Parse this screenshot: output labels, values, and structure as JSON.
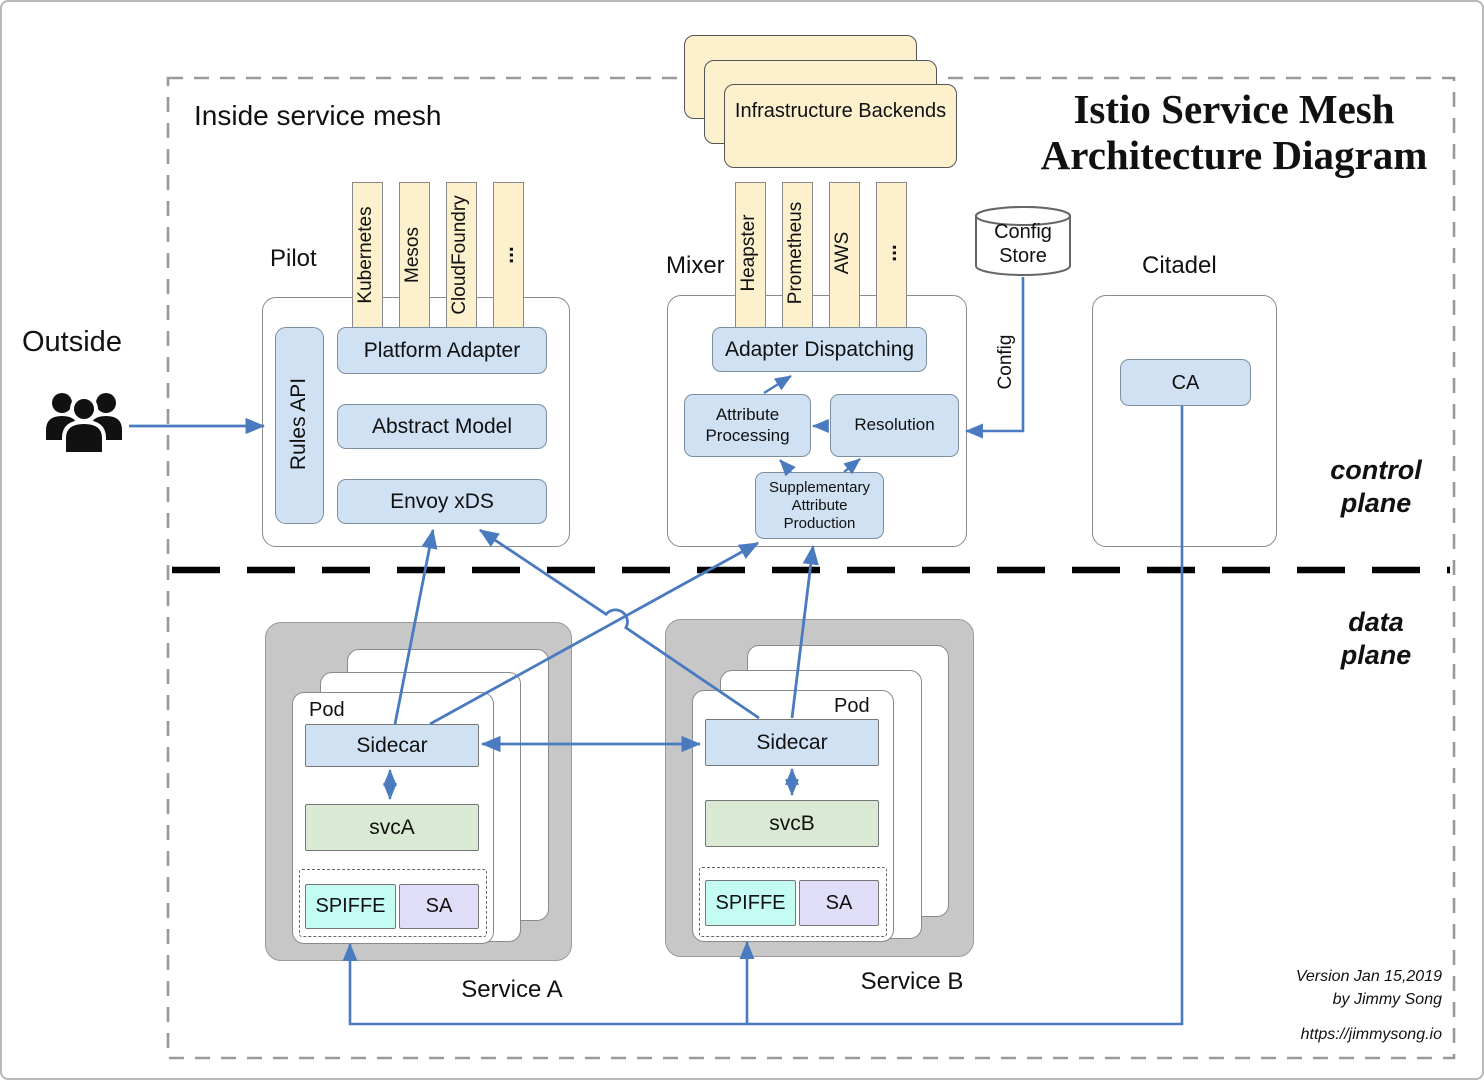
{
  "header": {
    "title1": "Istio Service Mesh",
    "title2": "Architecture Diagram"
  },
  "mesh": {
    "label": "Inside service mesh"
  },
  "outside": {
    "label": "Outside"
  },
  "planes": {
    "control": "control plane",
    "data": "data plane"
  },
  "infra": {
    "label": "Infrastructure Backends"
  },
  "pilot": {
    "label": "Pilot",
    "columns": [
      "Kubernetes",
      "Mesos",
      "CloudFoundry",
      "..."
    ],
    "rules_api": "Rules API",
    "platform_adapter": "Platform Adapter",
    "abstract_model": "Abstract Model",
    "envoy_xds": "Envoy xDS"
  },
  "mixer": {
    "label": "Mixer",
    "columns": [
      "Heapster",
      "Prometheus",
      "AWS",
      "..."
    ],
    "adapter_dispatching": "Adapter Dispatching",
    "attribute_processing": "Attribute Processing",
    "resolution": "Resolution",
    "supplementary": "Supplementary Attribute Production"
  },
  "config_store": {
    "line1": "Config",
    "line2": "Store",
    "edge_label": "Config"
  },
  "citadel": {
    "label": "Citadel",
    "ca": "CA"
  },
  "services": {
    "a": {
      "label": "Service A",
      "pod": "Pod",
      "sidecar": "Sidecar",
      "svc": "svcA",
      "spiffe": "SPIFFE",
      "sa": "SA"
    },
    "b": {
      "label": "Service B",
      "pod": "Pod",
      "sidecar": "Sidecar",
      "svc": "svcB",
      "spiffe": "SPIFFE",
      "sa": "SA"
    }
  },
  "footer": {
    "version": "Version Jan 15,2019",
    "author": "by Jimmy Song",
    "url": "https://jimmysong.io"
  },
  "colors": {
    "arrow": "#4A7ABF",
    "yellow": "#FCF0CD",
    "blue": "#CFE1F3",
    "green": "#D9E9D4",
    "cyan": "#C4FBF3",
    "lavender": "#DFDDF8",
    "gray_box": "#C7C7C7",
    "divider": "#000000",
    "mesh_border": "#999999"
  }
}
